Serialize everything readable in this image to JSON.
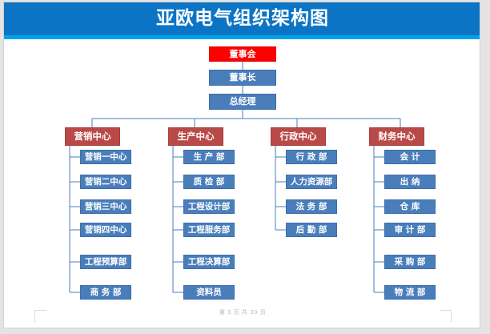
{
  "header": {
    "title": "亚欧电气组织架构图",
    "band_color": "#0C74C4",
    "accent_color": "#00A2EA"
  },
  "chart_data": {
    "type": "diagram",
    "title": "亚欧电气组织架构图",
    "diagram_kind": "organization-chart",
    "colors": {
      "root": "#FF0000",
      "executive": "#4A7EBB",
      "center": "#B94A48",
      "leaf": "#4A7EBB",
      "connector": "#4A7EBB",
      "text": "#FFFFFF"
    },
    "spine": [
      {
        "label": "董事会",
        "level": 0,
        "style": "root"
      },
      {
        "label": "董事长",
        "level": 1,
        "style": "executive"
      },
      {
        "label": "总经理",
        "level": 2,
        "style": "executive"
      }
    ],
    "centers": [
      {
        "label": "营销中心",
        "children": [
          "营销一中心",
          "营销二中心",
          "营销三中心",
          "营销四中心",
          "工程预算部",
          "商 务 部"
        ]
      },
      {
        "label": "生产中心",
        "children": [
          "生 产 部",
          "质 检 部",
          "工程设计部",
          "工程服务部",
          "工程决算部",
          "资料员"
        ]
      },
      {
        "label": "行政中心",
        "children": [
          "行 政 部",
          "人力资源部",
          "法 务 部",
          "后 勤 部"
        ]
      },
      {
        "label": "财务中心",
        "children": [
          "会 计",
          "出 纳",
          "仓 库",
          "审 计 部",
          "采 购 部",
          "物 流 部"
        ]
      }
    ]
  },
  "footer": {
    "page_text": "第 3 页 共 30 页"
  }
}
